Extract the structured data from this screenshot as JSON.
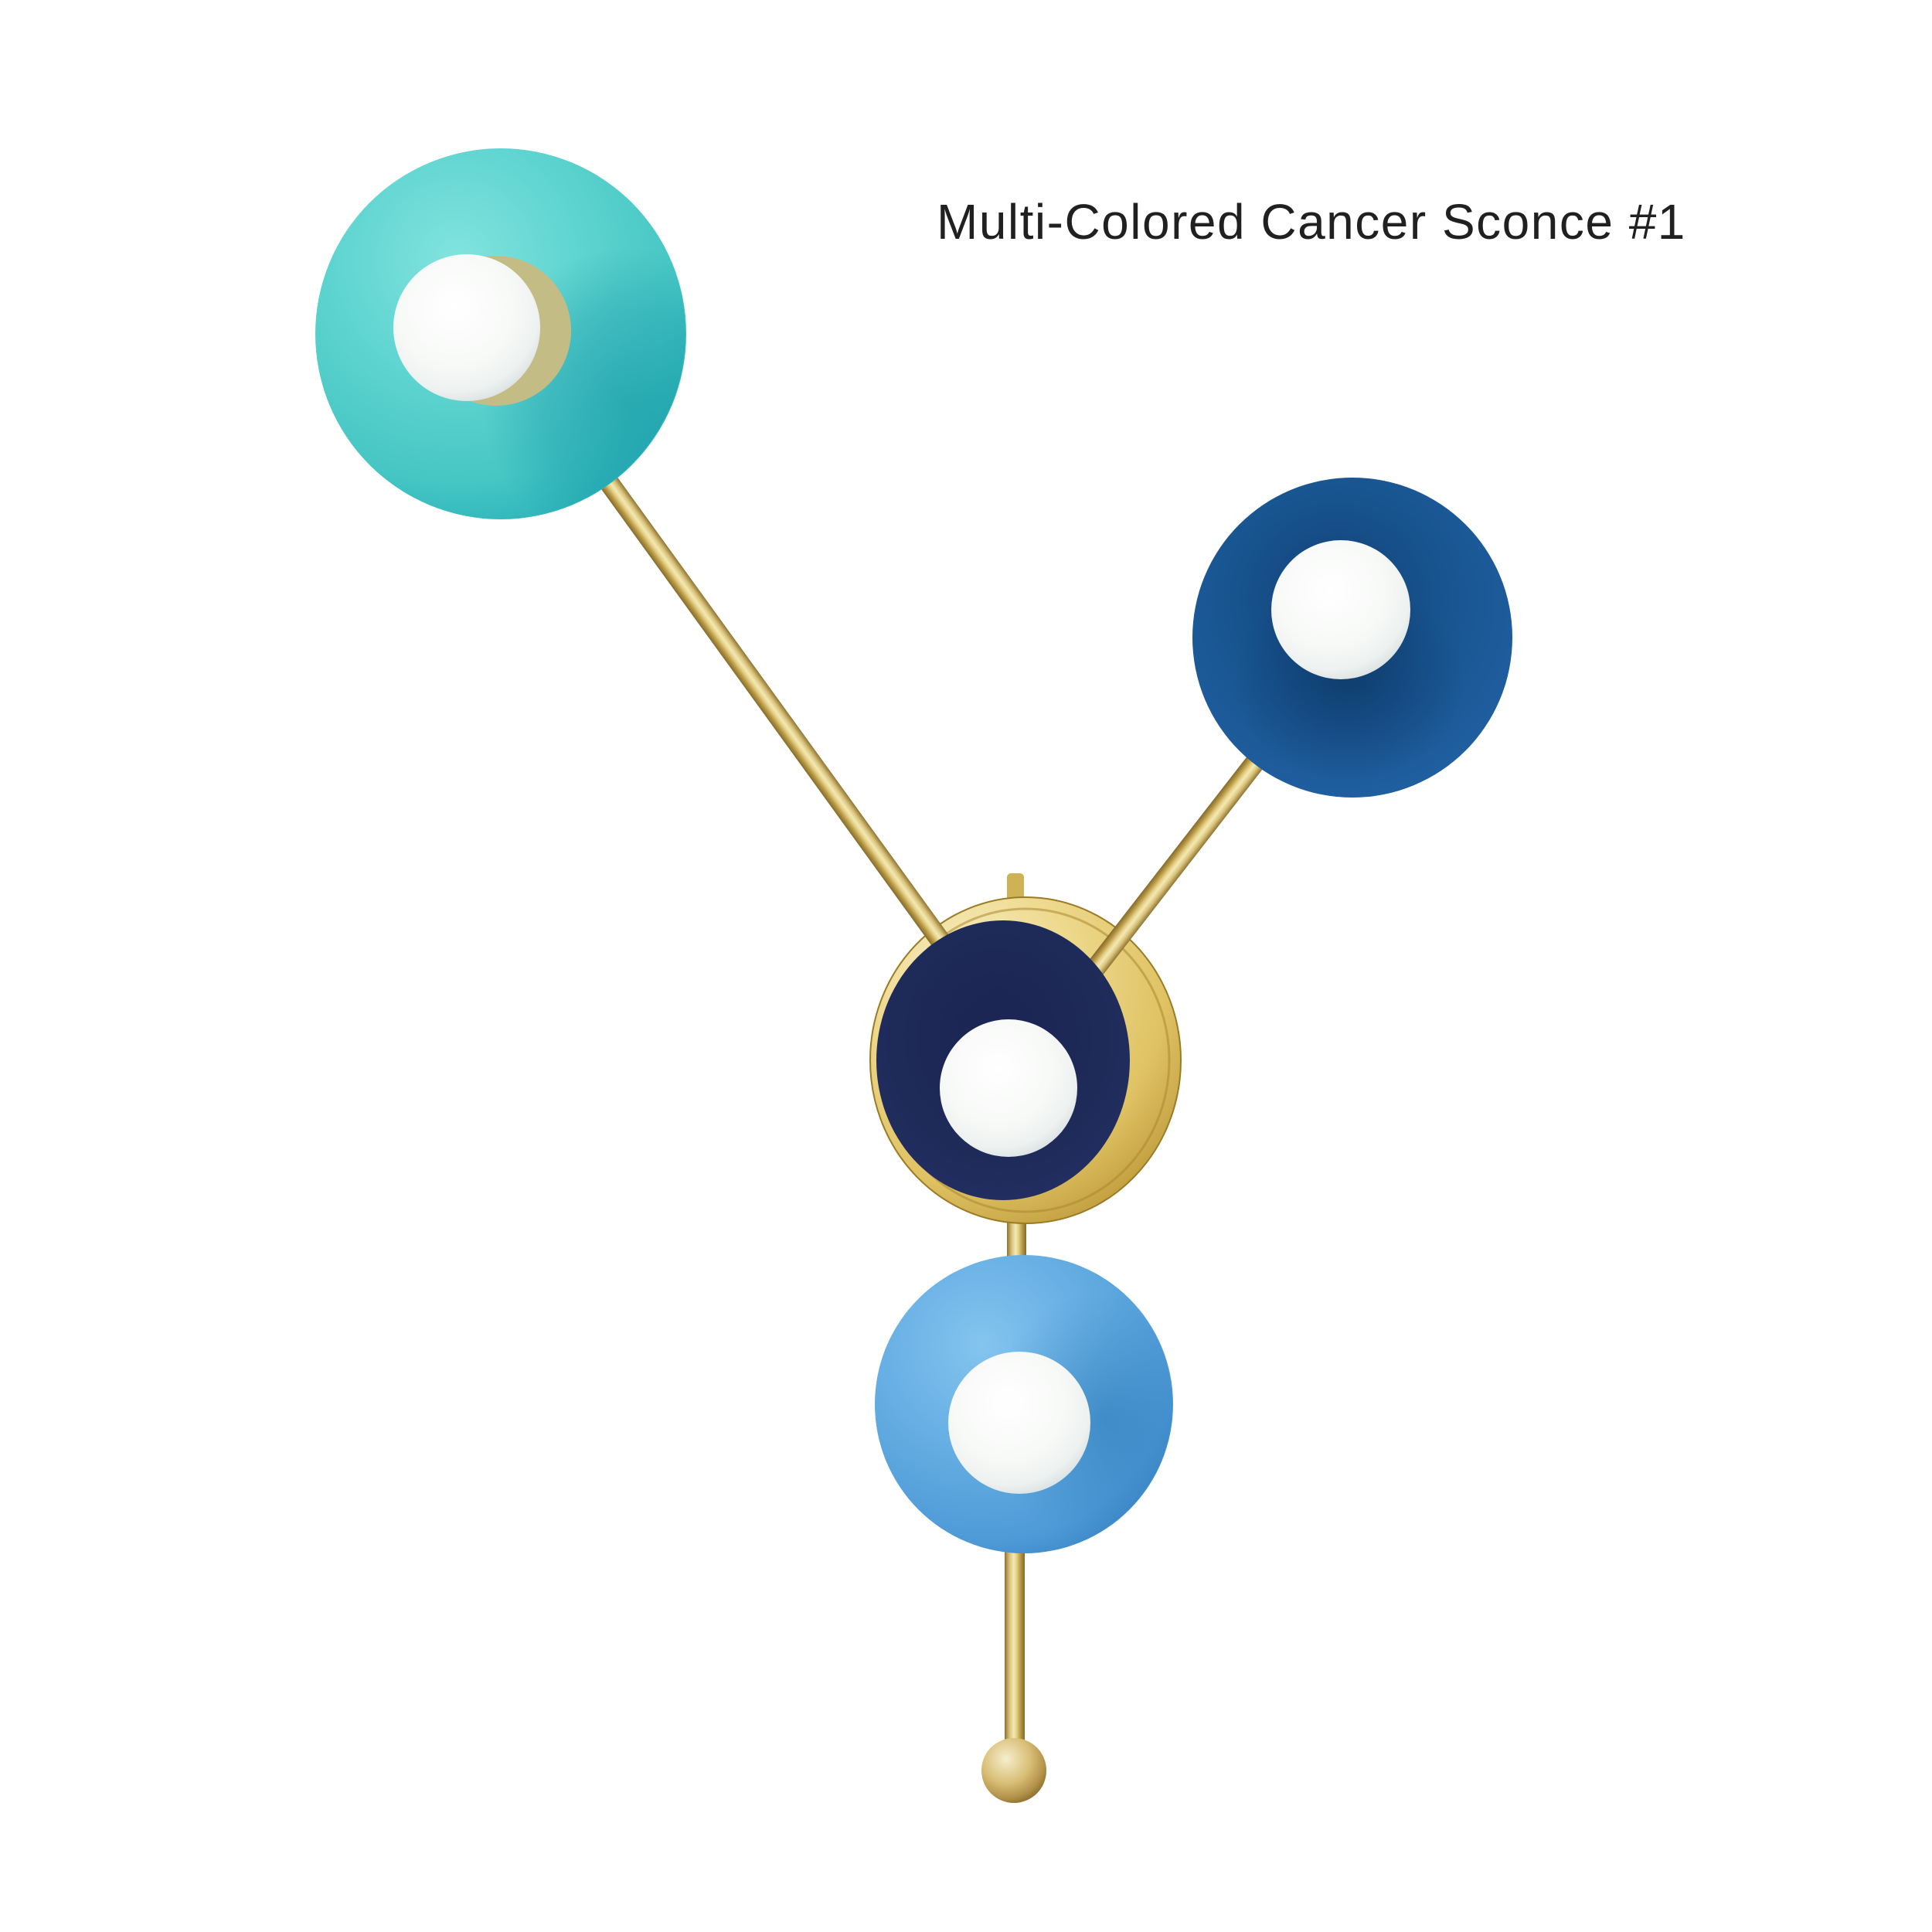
{
  "title": {
    "text": "Multi-Colored Cancer Sconce #1"
  },
  "product": {
    "kind": "wall sconce product photo",
    "shades": [
      {
        "name": "turquoise shade",
        "position": "upper-left",
        "color": "#55CFCB",
        "bulb_color": "#F7F8F5"
      },
      {
        "name": "navy shade",
        "position": "upper-right",
        "color": "#1B5393",
        "bulb_color": "#F7F8F5"
      },
      {
        "name": "dark navy center shade on brass backplate",
        "position": "center",
        "color": "#1B2450",
        "backplate_color": "#E3C96E",
        "bulb_color": "#F7F8F5"
      },
      {
        "name": "sky blue shade",
        "position": "lower-center",
        "color": "#5FA8E0",
        "bulb_color": "#F7F8F5"
      }
    ],
    "hardware": {
      "material": "brass",
      "rod_color": "#D9C47C",
      "finial": "ball",
      "finial_color": "#C9AC5E"
    }
  },
  "palette": {
    "background": "#FFFFFF",
    "title_text": "#202020",
    "socket_brass": "#C3BC85"
  }
}
